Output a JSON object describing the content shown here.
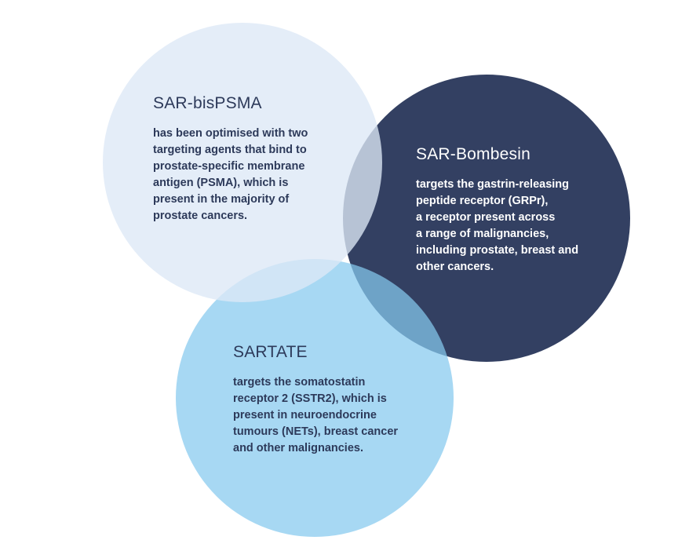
{
  "colors": {
    "light": "#dde8f6",
    "dark": "#334062",
    "blue": "#85c9ee",
    "text_dark": "#2d3a5a"
  },
  "circles": [
    {
      "title": "SAR-bisPSMA",
      "body": "has been optimised with two\ntargeting agents that bind to\nprostate-specific membrane\nantigen (PSMA), which is\npresent in the majority of\nprostate cancers."
    },
    {
      "title": "SAR-Bombesin",
      "body": "targets the gastrin-releasing\npeptide receptor (GRPr),\na receptor present across\na range of malignancies,\nincluding prostate, breast and\nother cancers."
    },
    {
      "title": "SARTATE",
      "body": "targets the somatostatin\nreceptor 2 (SSTR2), which is\npresent in neuroendocrine\ntumours (NETs), breast cancer\nand other malignancies."
    }
  ]
}
